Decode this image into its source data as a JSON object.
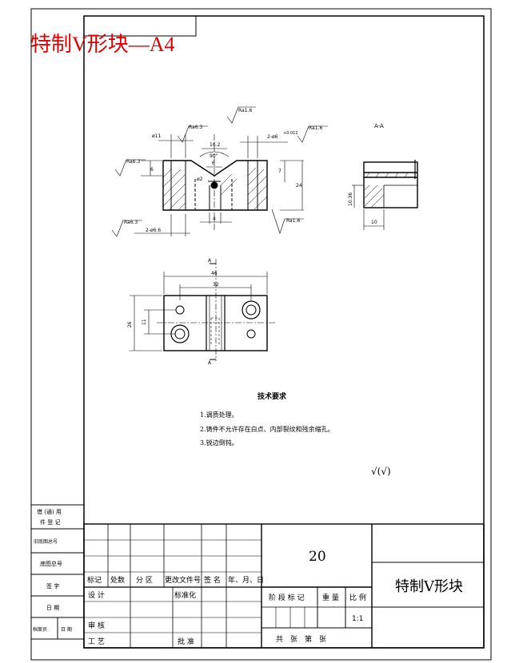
{
  "overlay_title": "特制V形块—A4",
  "section_label": "A-A",
  "section_marker": "A",
  "tech": {
    "heading": "技术要求",
    "items": [
      "1.调质处理。",
      "2.铸件不允许存在白点、内部裂纹和残余缩孔。",
      "3.锐边倒钝。"
    ]
  },
  "roughness_note": "√(√)",
  "dims": {
    "d11": "ø11",
    "r63a": "Ra6.3",
    "r63b": "Ra6.3",
    "r63c": "Ra6.3",
    "r16a": "Ra1.6",
    "r16b": "Ra1.6",
    "r16c": "Ra1.6",
    "holes_m": "2-ø6",
    "holes_tol": "+0.012",
    "holes_b": "2-ø6.6",
    "w162": "16.2",
    "ang90": "90°",
    "v6": "6",
    "d6": "6",
    "d2": "ø2",
    "h7": "7",
    "h24": "24",
    "w4": "4",
    "s10": "10",
    "s1036": "10.36",
    "l46": "46",
    "l32": "32",
    "h26": "26",
    "h11": "11"
  },
  "title_block": {
    "header_cells": [
      "标记",
      "处数",
      "分 区",
      "更改文件号",
      "签 名",
      "年、月、日"
    ],
    "design": "设 计",
    "standard": "标准化",
    "review": "审 核",
    "process": "工 艺",
    "approve": "批 准",
    "stage": "阶 段 标 记",
    "weight": "重 量",
    "scale_label": "比 例",
    "scale": "1:1",
    "sheets": "共　张　第　张",
    "center_value": "20",
    "drawing_name": "特制V形块"
  },
  "side_block": [
    "借 (通) 用",
    "件 登 记",
    "旧底图总号",
    "底图总号",
    "签 字",
    "日 期",
    "档案员",
    "日 期"
  ]
}
